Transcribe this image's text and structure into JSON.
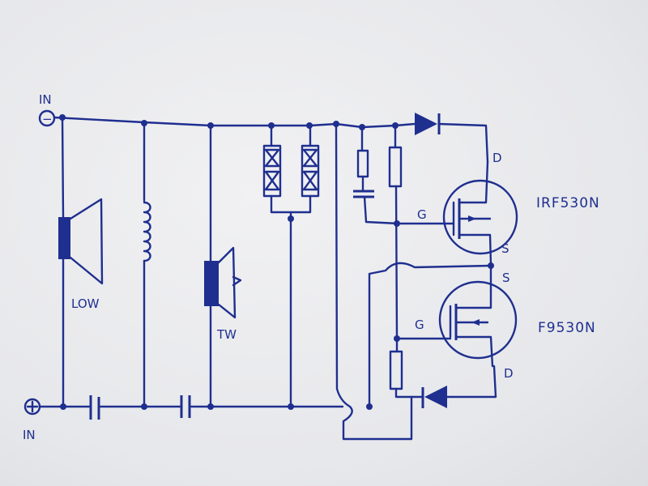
{
  "labels": {
    "in_top": "IN",
    "in_bottom": "IN",
    "minus": "−",
    "plus": "+",
    "low": "LOW",
    "tw": "TW",
    "q1_name": "IRF530N",
    "q2_name": "F9530N",
    "q1_d": "D",
    "q1_g": "G",
    "q1_s": "S",
    "q2_s": "S",
    "q2_g": "G",
    "q2_d": "D"
  },
  "colors": {
    "ink": "#1f2f8f",
    "paper": "#e9eaec"
  }
}
